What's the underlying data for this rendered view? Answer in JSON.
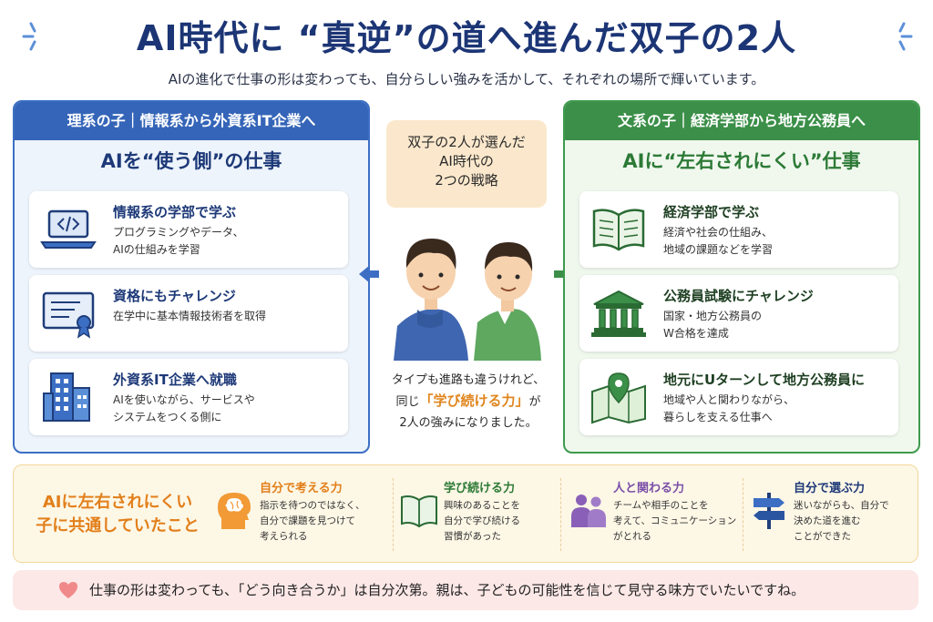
{
  "header": {
    "title": "AI時代に “真逆”の道へ進んだ双子の2人",
    "subtitle": "AIの進化で仕事の形は変わっても、自分らしい強みを活かして、それぞれの場所で輝いています。"
  },
  "left_panel": {
    "header": "理系の子｜情報系から外資系IT企業へ",
    "subheading": "AIを“使う側”の仕事",
    "items": [
      {
        "title": "情報系の学部で学ぶ",
        "desc": "プログラミングやデータ、\nAIの仕組みを学習",
        "icon": "laptop-code-icon"
      },
      {
        "title": "資格にもチャレンジ",
        "desc": "在学中に基本情報技術者を取得",
        "icon": "certificate-icon"
      },
      {
        "title": "外資系IT企業へ就職",
        "desc": "AIを使いながら、サービスや\nシステムをつくる側に",
        "icon": "office-building-icon"
      }
    ]
  },
  "center": {
    "box_text": "双子の2人が選んだ\nAI時代の\n2つの戦略",
    "caption_line1": "タイプも進路も違うけれど、",
    "caption_pre": "同じ",
    "caption_highlight": "「学び続ける力」",
    "caption_post": "が",
    "caption_line3": "2人の強みになりました。"
  },
  "right_panel": {
    "header": "文系の子｜経済学部から地方公務員へ",
    "subheading": "AIに“左右されにくい”仕事",
    "items": [
      {
        "title": "経済学部で学ぶ",
        "desc": "経済や社会の仕組み、\n地域の課題などを学習",
        "icon": "open-book-icon"
      },
      {
        "title": "公務員試験にチャレンジ",
        "desc": "国家・地方公務員の\nW合格を達成",
        "icon": "government-building-icon"
      },
      {
        "title": "地元にUターンして地方公務員に",
        "desc": "地域や人と関わりながら、\n暮らしを支える仕事へ",
        "icon": "map-pin-icon"
      }
    ]
  },
  "common": {
    "title": "AIに左右されにくい\n子に共通していたこと",
    "traits": [
      {
        "title": "自分で考える力",
        "desc": "指示を待つのではなく、\n自分で課題を見つけて\n考えられる",
        "icon": "head-brain-icon"
      },
      {
        "title": "学び続ける力",
        "desc": "興味のあることを\n自分で学び続ける\n習慣があった",
        "icon": "book-icon"
      },
      {
        "title": "人と関わる力",
        "desc": "チームや相手のことを\n考えて、コミュニケーション\nがとれる",
        "icon": "people-icon"
      },
      {
        "title": "自分で選ぶ力",
        "desc": "迷いながらも、自分で\n決めた道を進む\nことができた",
        "icon": "signpost-icon"
      }
    ]
  },
  "footer": {
    "text": "仕事の形は変わっても、「どう向き合うか」は自分次第。親は、子どもの可能性を信じて見守る味方でいたいですね。"
  },
  "colors": {
    "title": "#1c3575",
    "left_accent": "#3565b8",
    "right_accent": "#3b8f48",
    "highlight": "#e0851d",
    "footer_bg": "#fce8e7"
  }
}
